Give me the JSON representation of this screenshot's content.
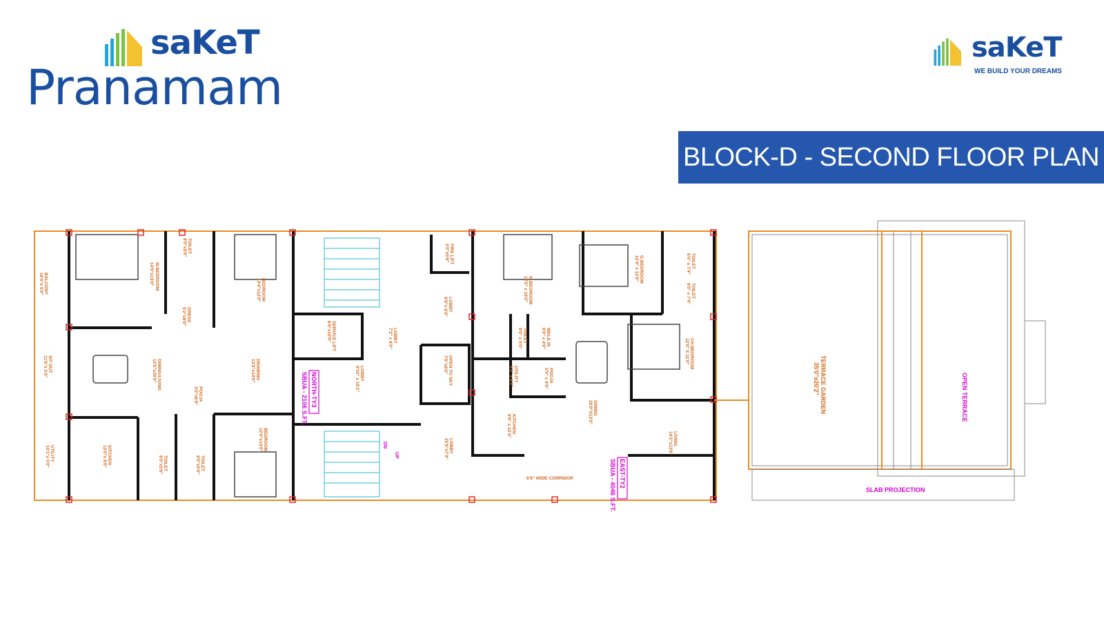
{
  "brand": {
    "name": "saKeT",
    "project_name": "Pranamam",
    "tagline": "WE BUILD YOUR DREAMS"
  },
  "title": "BLOCK-D - SECOND FLOOR PLAN",
  "colors": {
    "brand_blue": "#1a4fa0",
    "banner_blue": "#2457ad",
    "logo_green": "#7cc243",
    "logo_yellow": "#f2c230",
    "logo_cyan": "#24a7d8",
    "room_label": "#d2691e",
    "unit_label": "#d400d4",
    "wall": "#111111",
    "terrace_outline": "#f08a24"
  },
  "plan": {
    "rooms": [
      {
        "name": "BALCONY",
        "size": "16'0\"x 5'0\""
      },
      {
        "name": "M.BEDROOM",
        "size": "14'0\"x13'0\""
      },
      {
        "name": "TOILET",
        "size": "8'0\"x5'0\""
      },
      {
        "name": "DRESS",
        "size": "5'2\"x8'0\""
      },
      {
        "name": "BEDROOM",
        "size": "13'4\"x12'0\""
      },
      {
        "name": "SIT OUT",
        "size": "11'6\"x 5'0\""
      },
      {
        "name": "DINING/LIVING",
        "size": "12'0\"x20'0\""
      },
      {
        "name": "DRAWING",
        "size": "13'0\"x14'0\""
      },
      {
        "name": "POOJA",
        "size": "3'0\"x6'0\""
      },
      {
        "name": "UTILITY",
        "size": "13'1\"x 5'0\""
      },
      {
        "name": "KITCHEN",
        "size": "13'0\"x 8'0\""
      },
      {
        "name": "TOILET",
        "size": "8'0\"x5'0\""
      },
      {
        "name": "TOILET",
        "size": "8'0\"x5'0\""
      },
      {
        "name": "BEDROOM",
        "size": "12'0\"x13'0\""
      },
      {
        "name": "SERVICE LIFT",
        "size": "6'6\"x10'0\""
      },
      {
        "name": "FIRE LIFT",
        "size": "5'0\"x5'6\""
      },
      {
        "name": "LOBBY",
        "size": "7'2\" x 8'0\""
      },
      {
        "name": "LOBBY",
        "size": "9'8\"x 6'6\""
      },
      {
        "name": "LOBBY",
        "size": "9'10\" x 15'2\""
      },
      {
        "name": "OPEN TO SKY",
        "size": "7'6\"x8'0\""
      },
      {
        "name": "LOBBY",
        "size": "25'6\"x7'4\""
      },
      {
        "name": "M.BEDROOM",
        "size": "12'0\" x 16'0\""
      },
      {
        "name": "TOILET",
        "size": "8'0\" x 5'0\""
      },
      {
        "name": "WALK IN",
        "size": "6'0\" x 4'6\""
      },
      {
        "name": "UTILITY",
        "size": "5'0\" x 6'0\""
      },
      {
        "name": "POOJA",
        "size": "5'0\" x 4'0\""
      },
      {
        "name": "KITCHEN",
        "size": "8'8\" x 12'4\""
      },
      {
        "name": "G.BEDROOM",
        "size": "12'4\" x 12'6\""
      },
      {
        "name": "TOILET",
        "size": "6'0\" x 7'4\""
      },
      {
        "name": "TOILET",
        "size": "8'0\" x 7'4\""
      },
      {
        "name": "DINING",
        "size": "20'0\"X13'0\""
      },
      {
        "name": "CH.BEDROOM",
        "size": "12'0\" X 11'0\""
      },
      {
        "name": "LIVING",
        "size": "14'2\"x13'6\""
      }
    ],
    "units": [
      {
        "name": "NORTH-TY3",
        "area": "SBUA - 2106 S.FT."
      },
      {
        "name": "EAST-TY2",
        "area": "SBUA - 4046 S.FT."
      }
    ],
    "corridor": "6'6\" WIDE CORRIDOR",
    "terrace_garden": {
      "name": "TERRACE GARDEN",
      "size": "35'0\"x20'2\""
    },
    "open_terrace": "OPEN TERRACE",
    "slab_projection": "SLAB PROJECTION",
    "stair_markers": {
      "up": "UP",
      "down": "DN"
    }
  }
}
